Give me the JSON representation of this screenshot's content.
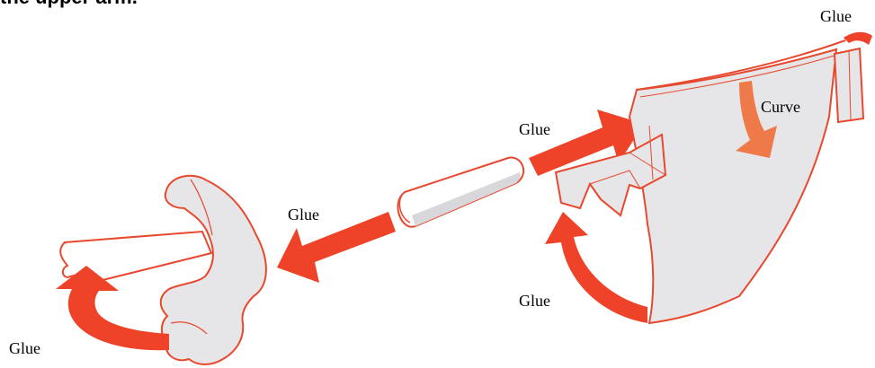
{
  "title": "the upper arm.",
  "labels": {
    "glue_top_right": "Glue",
    "glue_upper_middle": "Glue",
    "glue_left_middle": "Glue",
    "glue_lower_middle": "Glue",
    "glue_bottom_left": "Glue",
    "curve": "Curve"
  },
  "colors": {
    "accent": "#EE4328",
    "curve_arrow": "#EE7A4A",
    "fill": "#E6E6E8",
    "outline": "#E8482E"
  }
}
